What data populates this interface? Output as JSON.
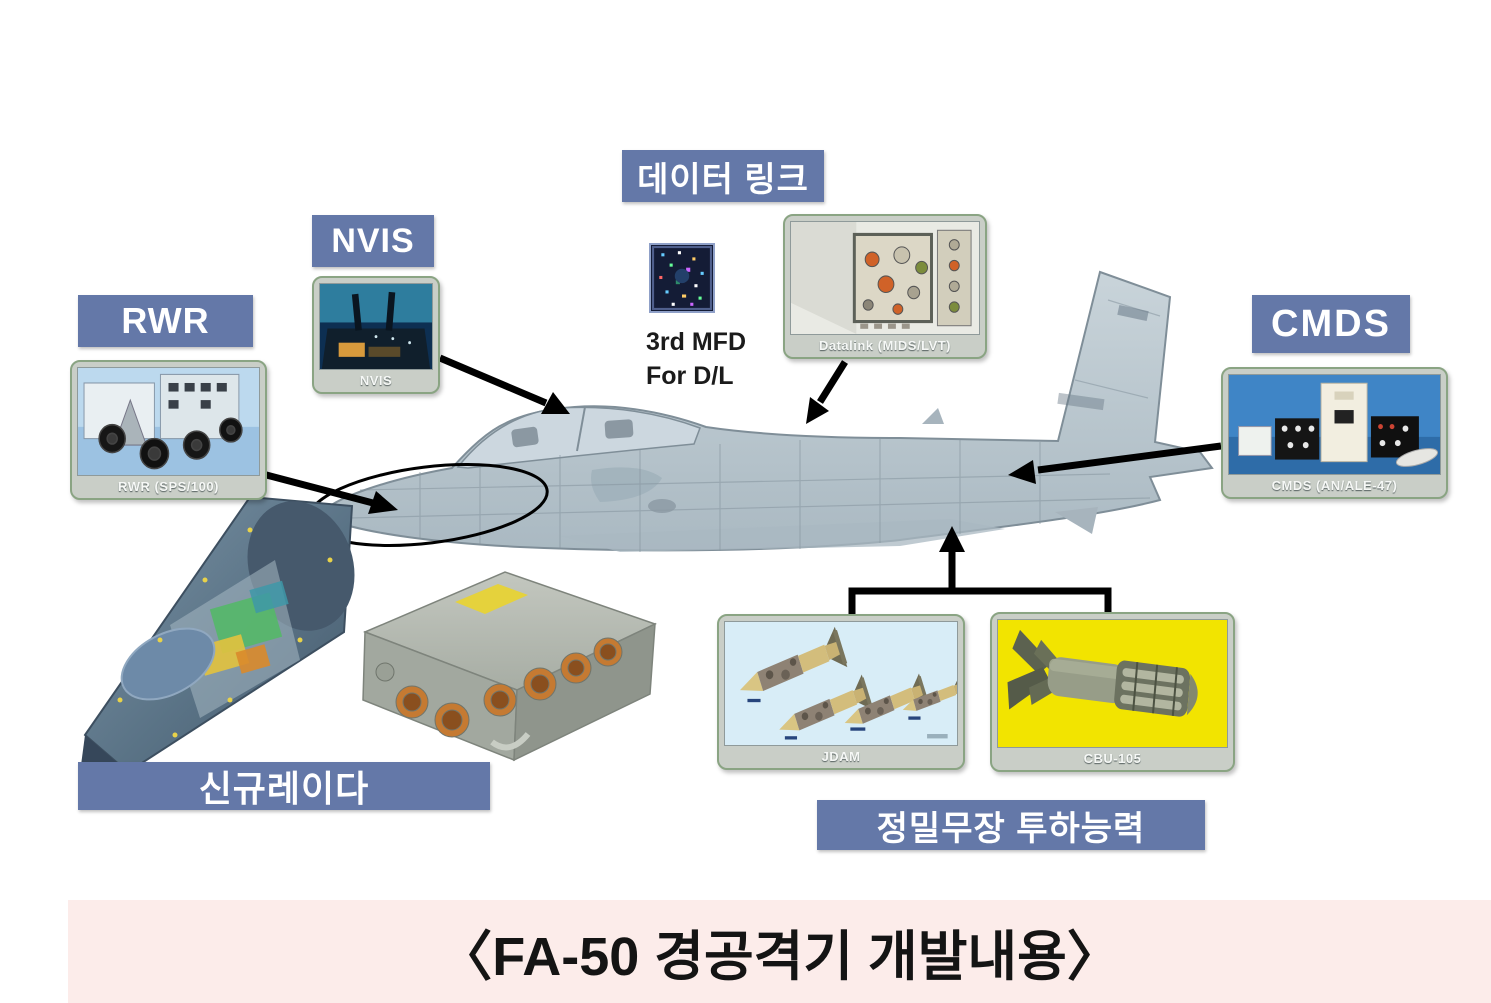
{
  "diagram": {
    "title": "〈FA-50 경공격기 개발내용〉",
    "components": {
      "rwr": {
        "header": "RWR",
        "caption": "RWR (SPS/100)"
      },
      "nvis": {
        "header": "NVIS",
        "caption": "NVIS"
      },
      "datalink": {
        "header": "데이터 링크",
        "caption": "Datalink (MIDS/LVT)",
        "note_line1": "3rd MFD",
        "note_line2": "For D/L"
      },
      "cmds": {
        "header": "CMDS",
        "caption": "CMDS (AN/ALE-47)"
      },
      "radar": {
        "header": "신규레이다"
      },
      "weapons": {
        "header": "정밀무장 투하능력",
        "jdam_caption": "JDAM",
        "cbu_caption": "CBU-105"
      }
    },
    "connections": [
      {
        "from": "RWR",
        "to": "nose (circled area)"
      },
      {
        "from": "NVIS",
        "to": "cockpit"
      },
      {
        "from": "데이터 링크",
        "to": "upper fuselage"
      },
      {
        "from": "CMDS",
        "to": "aft fuselage"
      },
      {
        "from": "정밀무장 투하능력",
        "to": "belly hardpoints"
      }
    ],
    "colors": {
      "banner_blue": "#6478a8",
      "card_frame_gray": "#c9cec7",
      "card_border_green": "#8aa483",
      "jdam_photo_bg": "#d8edf7",
      "cbu_photo_bg": "#f2e400",
      "photo_blue_bg": "#3f85c6",
      "pink_band": "#fcecea",
      "aircraft_gray": "#bcc8d0"
    }
  }
}
